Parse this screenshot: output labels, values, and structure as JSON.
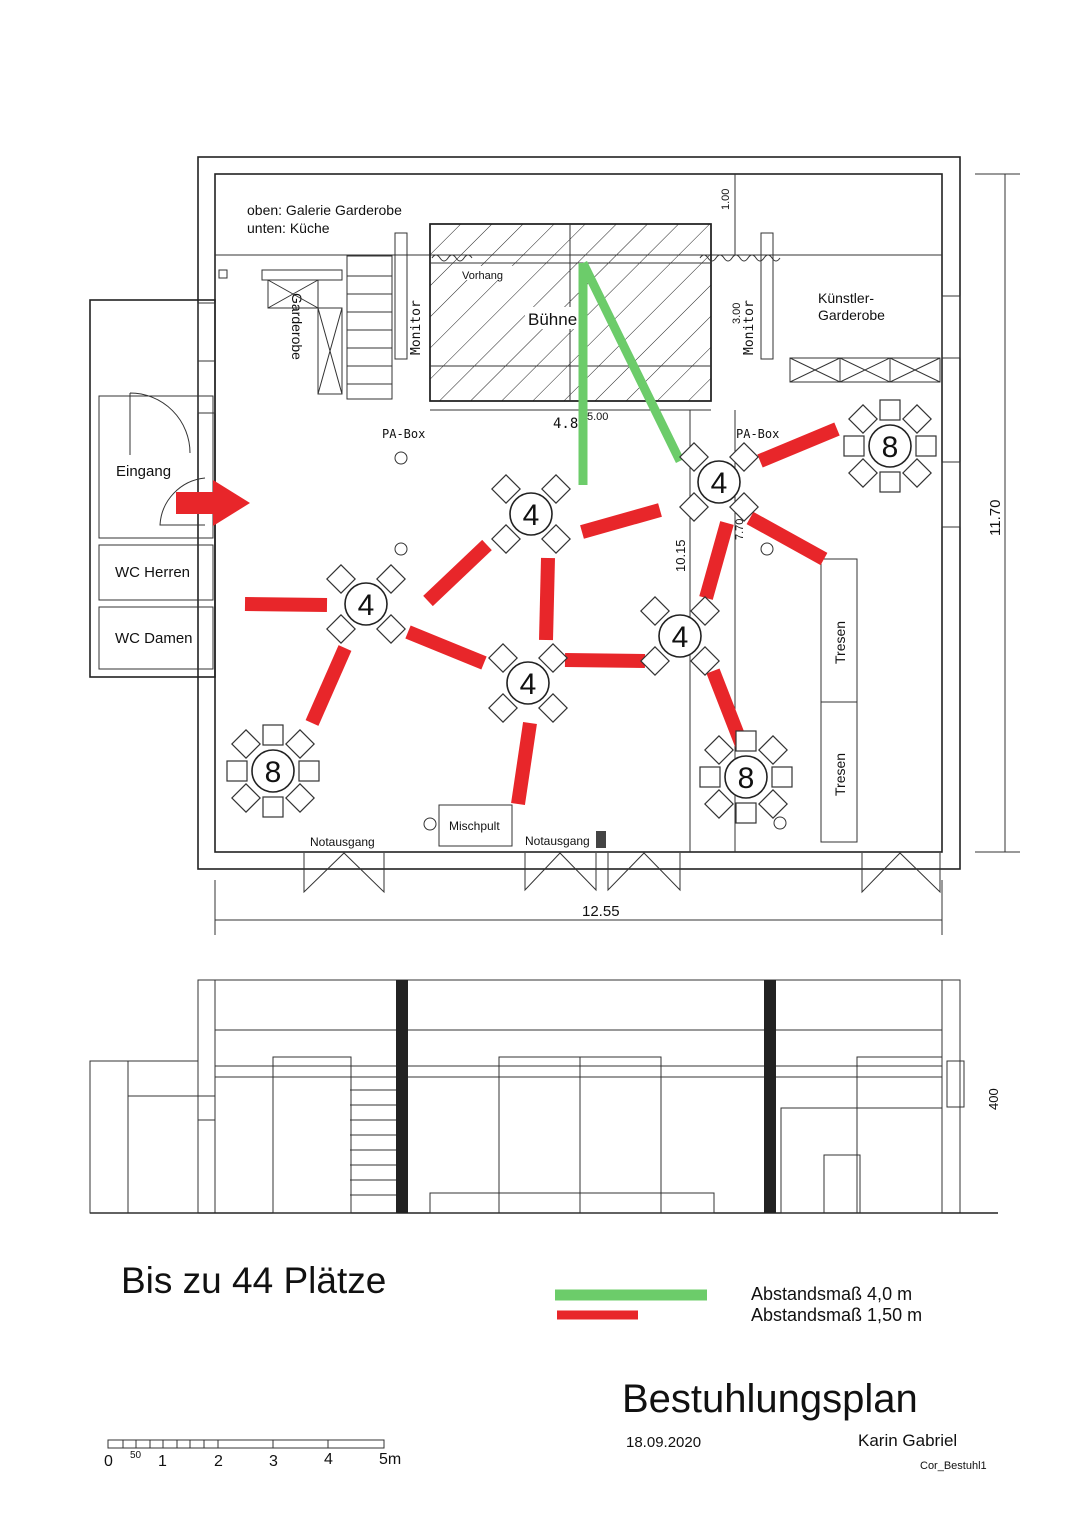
{
  "rooms": {
    "gallery_line1": "oben: Galerie Garderobe",
    "gallery_line2": "unten: Küche",
    "curtain": "Vorhang",
    "stage": "Bühne",
    "monitor": "Monitor",
    "artist_cloakroom_line1": "Künstler-",
    "artist_cloakroom_line2": "Garderobe",
    "cloakroom": "Garderobe",
    "pa_box": "PA-Box",
    "entrance": "Eingang",
    "wc_men": "WC Herren",
    "wc_women": "WC Damen",
    "bar": "Tresen",
    "mixer": "Mischpult",
    "emergency_exit": "Notausgang"
  },
  "dimensions": {
    "width": "12.55",
    "height_total": "11.70",
    "height_inner": "10.15",
    "stage_depth": "3.00",
    "top_strip": "1.00",
    "stage_width": "4.8",
    "stage_mark": "5.00",
    "gap": "7.70",
    "section_height": "400"
  },
  "tables": [
    {
      "seats": "4"
    },
    {
      "seats": "4"
    },
    {
      "seats": "4"
    },
    {
      "seats": "4"
    },
    {
      "seats": "4"
    },
    {
      "seats": "8"
    },
    {
      "seats": "8"
    },
    {
      "seats": "8"
    }
  ],
  "legend": {
    "capacity": "Bis zu 44 Plätze",
    "green_label": "Abstandsmaß 4,0 m",
    "red_label": "Abstandsmaß 1,50 m",
    "green_color": "#6ccc6a",
    "red_color": "#e8262a"
  },
  "title_block": {
    "title": "Bestuhlungsplan",
    "date": "18.09.2020",
    "author": "Karin Gabriel",
    "file": "Cor_Bestuhl1"
  },
  "scale_bar": {
    "labels": [
      "0",
      "50",
      "1",
      "2",
      "3",
      "4",
      "5m"
    ]
  }
}
